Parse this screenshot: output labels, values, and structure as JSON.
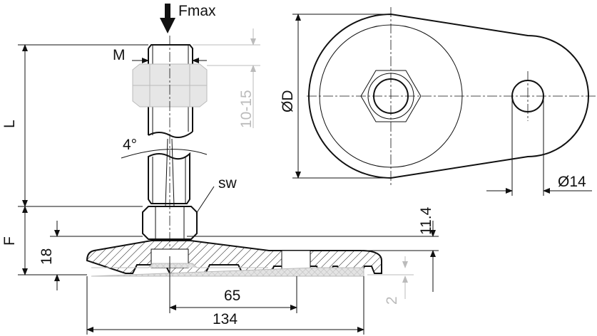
{
  "title": "Leveling foot technical drawing",
  "labels": {
    "force": "Fmax",
    "thread": "M",
    "length": "L",
    "adjust_range": "10-15",
    "angle": "4°",
    "wrench_size": "sw",
    "foot_height": "F",
    "height_18": "18",
    "height_11_4": "11.4",
    "hole_spacing": "65",
    "overall_length": "134",
    "pad_thickness": "2",
    "diameter": "ØD",
    "hole_diameter": "Ø14"
  },
  "colors": {
    "line": "#111111",
    "pad": "#d9d9d9",
    "nut_ghost": "#c8c8c8"
  }
}
